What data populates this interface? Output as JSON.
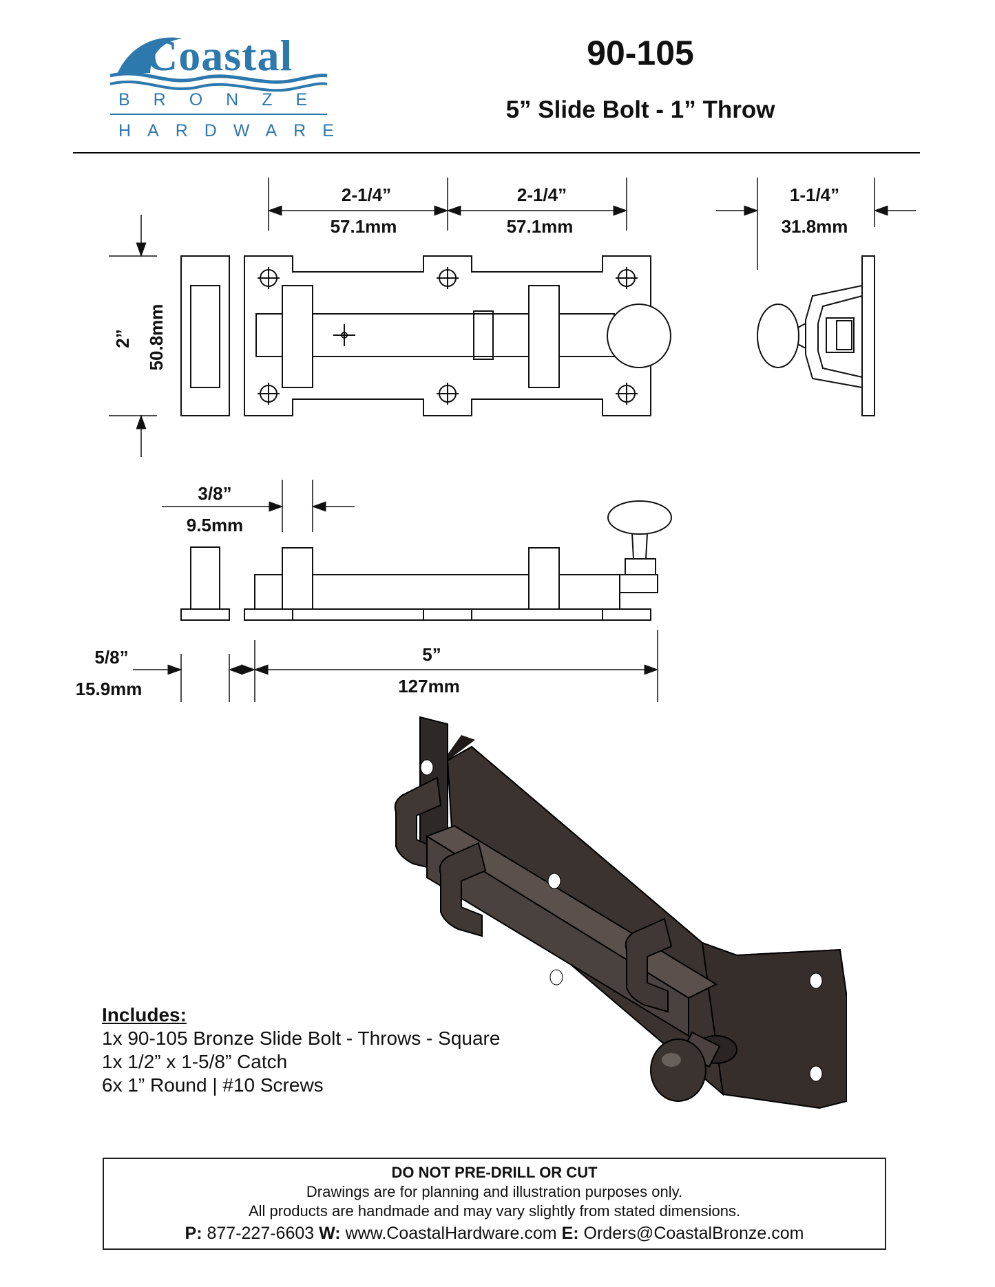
{
  "header": {
    "logo": {
      "word": "Coastal",
      "line1": "BRONZE",
      "line2": "HARDWARE",
      "brand_color": "#2d79ad"
    },
    "part_number": "90-105",
    "title": "5” Slide Bolt - 1” Throw"
  },
  "dimensions": {
    "top_left_in": "2-1/4”",
    "top_left_mm": "57.1mm",
    "top_right_in": "2-1/4”",
    "top_right_mm": "57.1mm",
    "side_in": "1-1/4”",
    "side_mm": "31.8mm",
    "height_in": "2”",
    "height_mm": "50.8mm",
    "thickness_in": "3/8”",
    "thickness_mm": "9.5mm",
    "catch_in": "5/8”",
    "catch_mm": "15.9mm",
    "length_in": "5”",
    "length_mm": "127mm"
  },
  "includes": {
    "title": "Includes:",
    "items": [
      "1x  90-105 Bronze Slide Bolt - Throws - Square",
      "1x  1/2” x 1-5/8” Catch",
      "6x  1” Round | #10 Screws"
    ]
  },
  "footer": {
    "warning": "DO NOT PRE-DRILL OR CUT",
    "line1": "Drawings are for planning and illustration purposes only.",
    "line2": "All products are handmade and may vary slightly from stated dimensions.",
    "phone_label": "P:",
    "phone": "877-227-6603",
    "web_label": "W:",
    "web": "www.CoastalHardware.com",
    "email_label": "E:",
    "email": "Orders@CoastalBronze.com"
  },
  "colors": {
    "product_finish": "#3a3330",
    "line": "#111111"
  }
}
